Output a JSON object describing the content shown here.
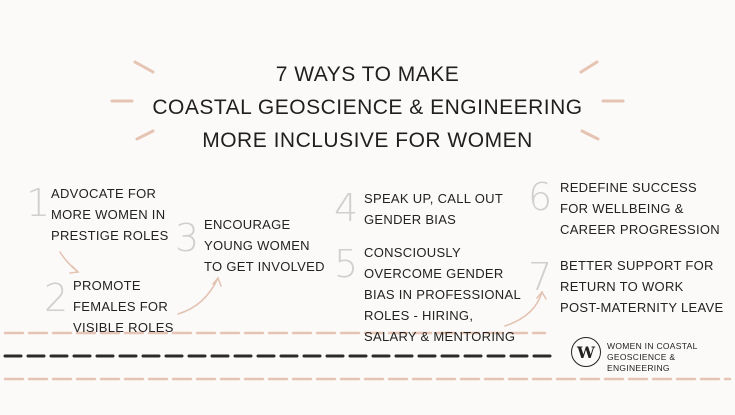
{
  "title": {
    "line1": "7 WAYS TO MAKE",
    "line2": "COASTAL GEOSCIENCE & ENGINEERING",
    "line3": "MORE INCLUSIVE FOR WOMEN"
  },
  "items": [
    {
      "number": "1",
      "text": "ADVOCATE FOR\nMORE WOMEN IN\nPRESTIGE ROLES"
    },
    {
      "number": "2",
      "text": "PROMOTE\nFEMALES FOR\nVISIBLE ROLES"
    },
    {
      "number": "3",
      "text": "ENCOURAGE\nYOUNG WOMEN\nTO GET INVOLVED"
    },
    {
      "number": "4",
      "text": "SPEAK UP, CALL OUT\nGENDER BIAS"
    },
    {
      "number": "5",
      "text": "CONSCIOUSLY\nOVERCOME GENDER\nBIAS IN PROFESSIONAL\nROLES - HIRING,\nSALARY & MENTORING"
    },
    {
      "number": "6",
      "text": "REDEFINE SUCCESS\nFOR WELLBEING &\nCAREER PROGRESSION"
    },
    {
      "number": "7",
      "text": "BETTER SUPPORT FOR\nRETURN TO WORK\nPOST-MATERNITY LEAVE"
    }
  ],
  "logo": {
    "mark": "W",
    "text": "WOMEN IN COASTAL\nGEOSCIENCE & ENGINEERING"
  },
  "colors": {
    "accent": "#e3c2b1",
    "dashes": "#2a2a2a",
    "numbers": "#cfcfcf"
  }
}
